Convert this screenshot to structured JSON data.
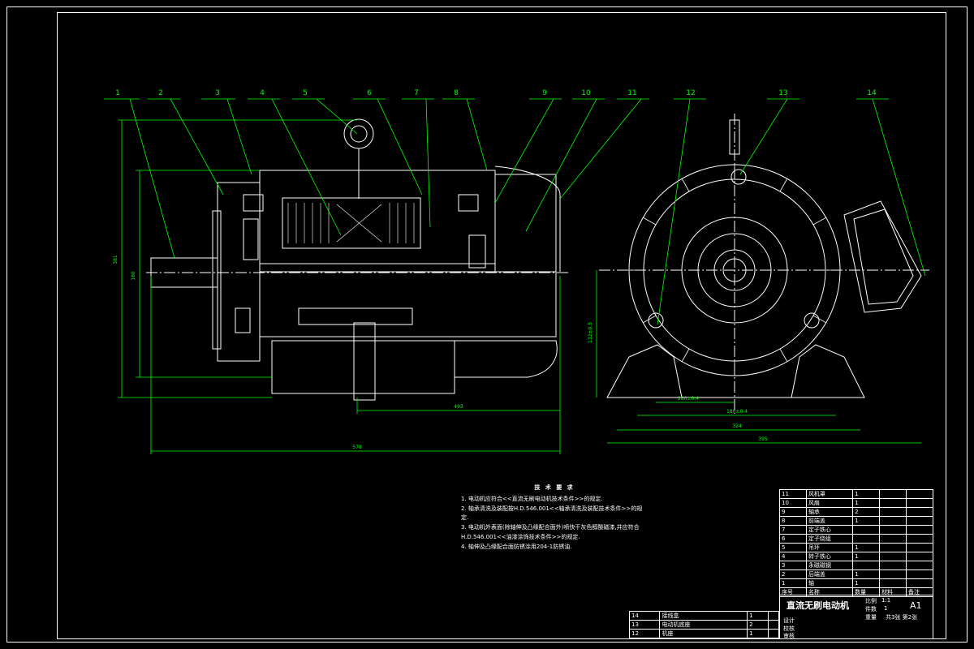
{
  "colors": {
    "background": "#000000",
    "outline": "#ffffff",
    "dimension": "#00ff00",
    "leader": "#00ff00",
    "centerline": "#ffffff"
  },
  "balloons": [
    "1",
    "2",
    "3",
    "4",
    "5",
    "6",
    "7",
    "8",
    "9",
    "10",
    "11",
    "12",
    "13",
    "14"
  ],
  "dimensions": {
    "overall_length": "578",
    "shaft_to_end": "493",
    "height_left": "381",
    "center_height": "180",
    "center_height_right": "132±0.5",
    "foot_half": "280±0.4",
    "foot_span": "180±0.4",
    "base_width": "324",
    "overall_width": "395"
  },
  "notes": {
    "title": "技 术 要 求",
    "items": [
      "1. 电动机应符合<<直流无刷电动机技术条件>>的规定.",
      "2. 轴承清洗及装配按H.D.546.001<<轴承清洗及装配技术条件>>的规定.",
      "3. 电动机外表面(除轴伸及凸缘配合面外)喷快干灰色醇酸磁漆,并应符合H.D.546.001<<油漆涂饰技术条件>>的规定.",
      "4. 轴伸及凸缘配合面防锈涂用204-1防锈油."
    ]
  },
  "bom": {
    "rows": [
      {
        "no": "11",
        "name": "风机罩",
        "qty": "1"
      },
      {
        "no": "10",
        "name": "风扇",
        "qty": "1"
      },
      {
        "no": "9",
        "name": "轴承",
        "qty": "2"
      },
      {
        "no": "8",
        "name": "前端盖",
        "qty": "1"
      },
      {
        "no": "7",
        "name": "定子铁心",
        "qty": ""
      },
      {
        "no": "6",
        "name": "定子绕组",
        "qty": ""
      },
      {
        "no": "5",
        "name": "吊环",
        "qty": "1"
      },
      {
        "no": "4",
        "name": "转子铁心",
        "qty": "1"
      },
      {
        "no": "3",
        "name": "永磁磁钢",
        "qty": ""
      },
      {
        "no": "2",
        "name": "后端盖",
        "qty": "1"
      },
      {
        "no": "1",
        "name": "轴",
        "qty": "1"
      }
    ],
    "header": {
      "no": "序号",
      "name": "名称",
      "qty": "数量",
      "material": "材料",
      "note": "备注"
    },
    "lower_rows": [
      {
        "no": "14",
        "name": "接线盒",
        "qty": "1"
      },
      {
        "no": "13",
        "name": "电动机底座",
        "qty": "2"
      },
      {
        "no": "12",
        "name": "机座",
        "qty": "1"
      }
    ]
  },
  "title_block": {
    "title": "直流无刷电动机",
    "size": "A1",
    "scale_label": "比例",
    "scale_value": "1:1",
    "count_label": "件数",
    "count_value": "1",
    "weight_label": "重量",
    "sheet": "共3张 第2张",
    "design": "设计",
    "check": "校核",
    "approve": "审核"
  }
}
